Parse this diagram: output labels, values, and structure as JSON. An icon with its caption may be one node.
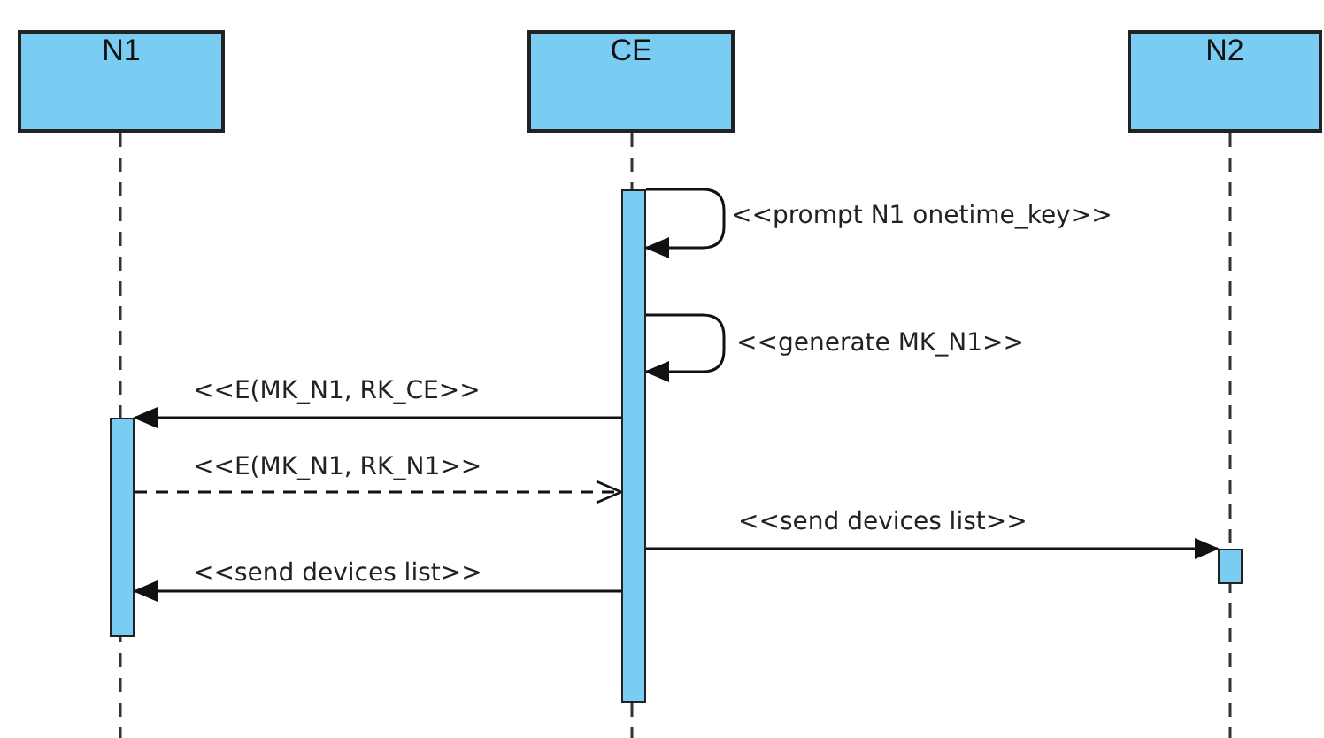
{
  "diagram": {
    "nodes": [
      {
        "text": [
          "N1"
        ]
      },
      {
        "text": [
          "CE"
        ]
      },
      {
        "text": [
          "N2"
        ]
      },
      {
        "text": [],
        "shape": "bar"
      },
      {
        "text": [],
        "shape": "bar"
      },
      {
        "text": [],
        "shape": "bar"
      }
    ],
    "edges": [
      {
        "from": 4,
        "to": 4,
        "arrow": "to",
        "label": "<<prompt N1 onetime_key>>"
      },
      {
        "from": 4,
        "to": 4,
        "arrow": "to",
        "label": "<<generate MK_N1>>"
      },
      {
        "from": 4,
        "to": 3,
        "arrow": "to",
        "label": "<<E(MK_N1, RK_CE>>"
      },
      {
        "from": 3,
        "to": 4,
        "arrow": "to",
        "label": "<<E(MK_N1, RK_N1>>",
        "style": "dashed"
      },
      {
        "from": 4,
        "to": 5,
        "arrow": "to",
        "label": "<<send devices list>>"
      },
      {
        "from": 4,
        "to": 3,
        "arrow": "to",
        "label": "<<send devices list>>"
      }
    ]
  }
}
